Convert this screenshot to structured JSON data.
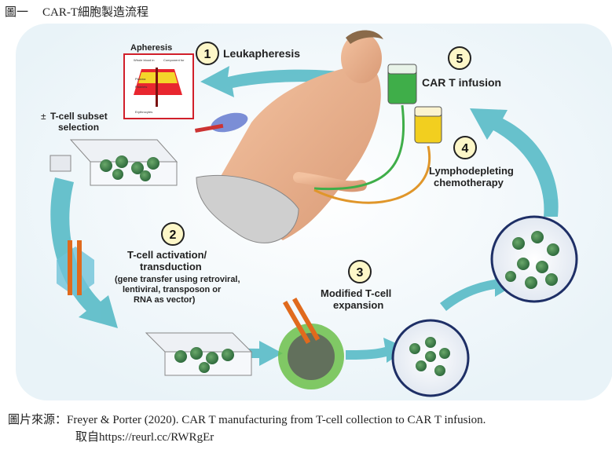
{
  "figure": {
    "label": "圖一",
    "title": "CAR-T細胞製造流程"
  },
  "steps": [
    {
      "number": "1",
      "label": "Leukapheresis"
    },
    {
      "number": "2",
      "label_lines": [
        "T-cell activation/",
        "transduction"
      ],
      "note_lines": [
        "(gene transfer using retroviral,",
        "lentiviral, transposon or",
        "RNA as vector)"
      ]
    },
    {
      "number": "3",
      "label_lines": [
        "Modified T-cell",
        "expansion"
      ]
    },
    {
      "number": "4",
      "label_lines": [
        "Lymphodepleting",
        "chemotherapy"
      ]
    },
    {
      "number": "5",
      "label": "CAR T infusion"
    }
  ],
  "apheresis": {
    "title": "Apheresis",
    "small_labels": [
      "Whole blood in",
      "Component for",
      "Plasma",
      "Platelets",
      "Erythrocytes"
    ]
  },
  "subset": {
    "sign": "±",
    "label_lines": [
      "T-cell subset",
      "selection"
    ]
  },
  "caption": {
    "line1": "圖片來源：Freyer & Porter (2020). CAR T manufacturing from T-cell collection to CAR T infusion.",
    "line2": "取自https://reurl.cc/RWRgEr"
  },
  "colors": {
    "arrow": "#5bbcc8",
    "green_bag": "#3fae49",
    "yellow_bag": "#f2cf1f",
    "badge_fill": "#fdf7c8"
  }
}
